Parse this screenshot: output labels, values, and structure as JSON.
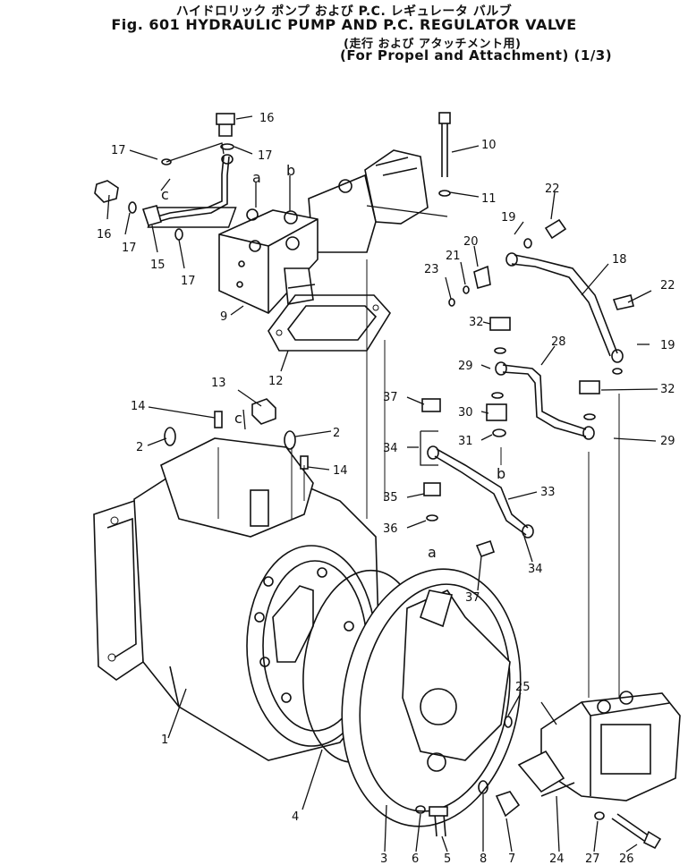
{
  "title": {
    "japanese": "ハイドロリック ポンプ および P.C. レギュレータ バルブ",
    "main": "Fig. 601 HYDRAULIC PUMP AND P.C. REGULATOR VALVE",
    "japanese_sub": "(走行 および アタッチメント用)",
    "sub": "(For Propel and Attachment) (1/3)"
  },
  "part_labels": {
    "p1": "1",
    "p2a": "2",
    "p2b": "2",
    "p3": "3",
    "p4": "4",
    "p5": "5",
    "p6": "6",
    "p7": "7",
    "p8": "8",
    "p9": "9",
    "p10": "10",
    "p11": "11",
    "p12": "12",
    "p13": "13",
    "p14a": "14",
    "p14b": "14",
    "p15": "15",
    "p16a": "16",
    "p16b": "16",
    "p17a": "17",
    "p17b": "17",
    "p17c": "17",
    "p17d": "17",
    "p18": "18",
    "p19a": "19",
    "p19b": "19",
    "p20": "20",
    "p21": "21",
    "p22a": "22",
    "p22b": "22",
    "p23": "23",
    "p24": "24",
    "p25": "25",
    "p26": "26",
    "p27": "27",
    "p28": "28",
    "p29a": "29",
    "p29b": "29",
    "p30": "30",
    "p31": "31",
    "p32a": "32",
    "p32b": "32",
    "p33": "33",
    "p34a": "34",
    "p34b": "34",
    "p35": "35",
    "p36": "36",
    "p37a": "37",
    "p37b": "37"
  },
  "connection_labels": {
    "a_top": "a",
    "b_top": "b",
    "c_top": "c",
    "a_bottom": "a",
    "b_bottom": "b",
    "c_bottom": "c"
  }
}
